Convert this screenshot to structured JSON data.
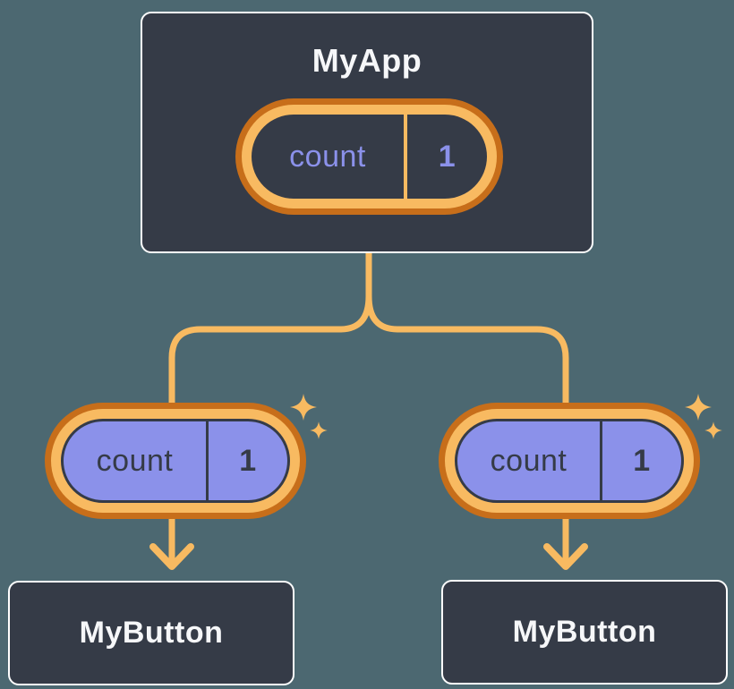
{
  "colors": {
    "background": "#4C6871",
    "node-fill": "#353B47",
    "node-border": "#FFFFFF",
    "node-text": "#F6F7F9",
    "accent-light": "#F8BA61",
    "accent-dark": "#C76E1A",
    "lavender": "#8B91EA",
    "slate-dark": "#353B47"
  },
  "root": {
    "label": "MyApp",
    "state": {
      "name": "count",
      "value": "1"
    }
  },
  "children": [
    {
      "label": "MyButton",
      "prop": {
        "name": "count",
        "value": "1"
      }
    },
    {
      "label": "MyButton",
      "prop": {
        "name": "count",
        "value": "1"
      }
    }
  ]
}
